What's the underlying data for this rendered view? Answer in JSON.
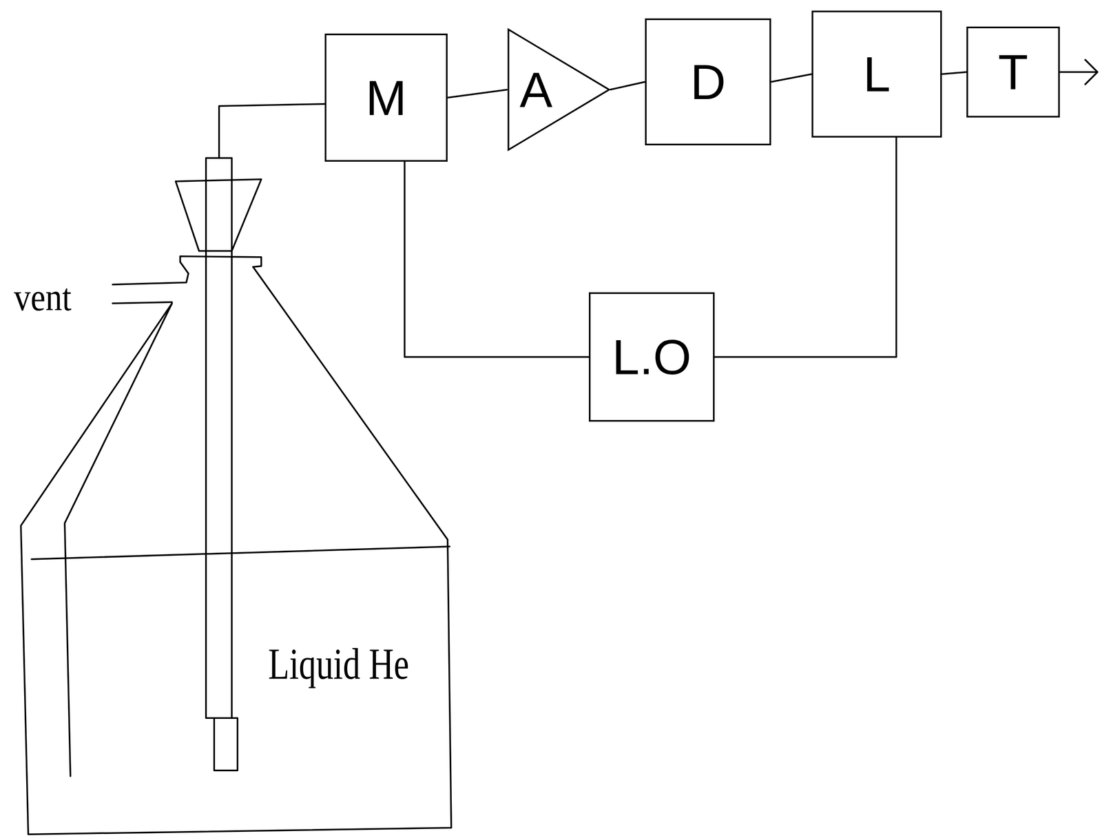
{
  "diagram": {
    "nodes": [
      {
        "text": [
          "M"
        ]
      },
      {
        "text": [
          "A"
        ]
      },
      {
        "text": [
          "D"
        ]
      },
      {
        "text": [
          "L"
        ]
      },
      {
        "text": [
          "T"
        ]
      },
      {
        "text": [
          "L.O"
        ]
      }
    ],
    "edges": [
      {
        "from": 0,
        "to": 1,
        "arrow": "none"
      },
      {
        "from": 1,
        "to": 2,
        "arrow": "none"
      },
      {
        "from": 2,
        "to": 3,
        "arrow": "none"
      },
      {
        "from": 3,
        "to": 4,
        "arrow": "none"
      },
      {
        "from": 3,
        "to": 5,
        "arrow": "none"
      },
      {
        "from": 5,
        "to": 0,
        "arrow": "none"
      }
    ],
    "labels": [
      "vent",
      "Liquid He"
    ]
  }
}
